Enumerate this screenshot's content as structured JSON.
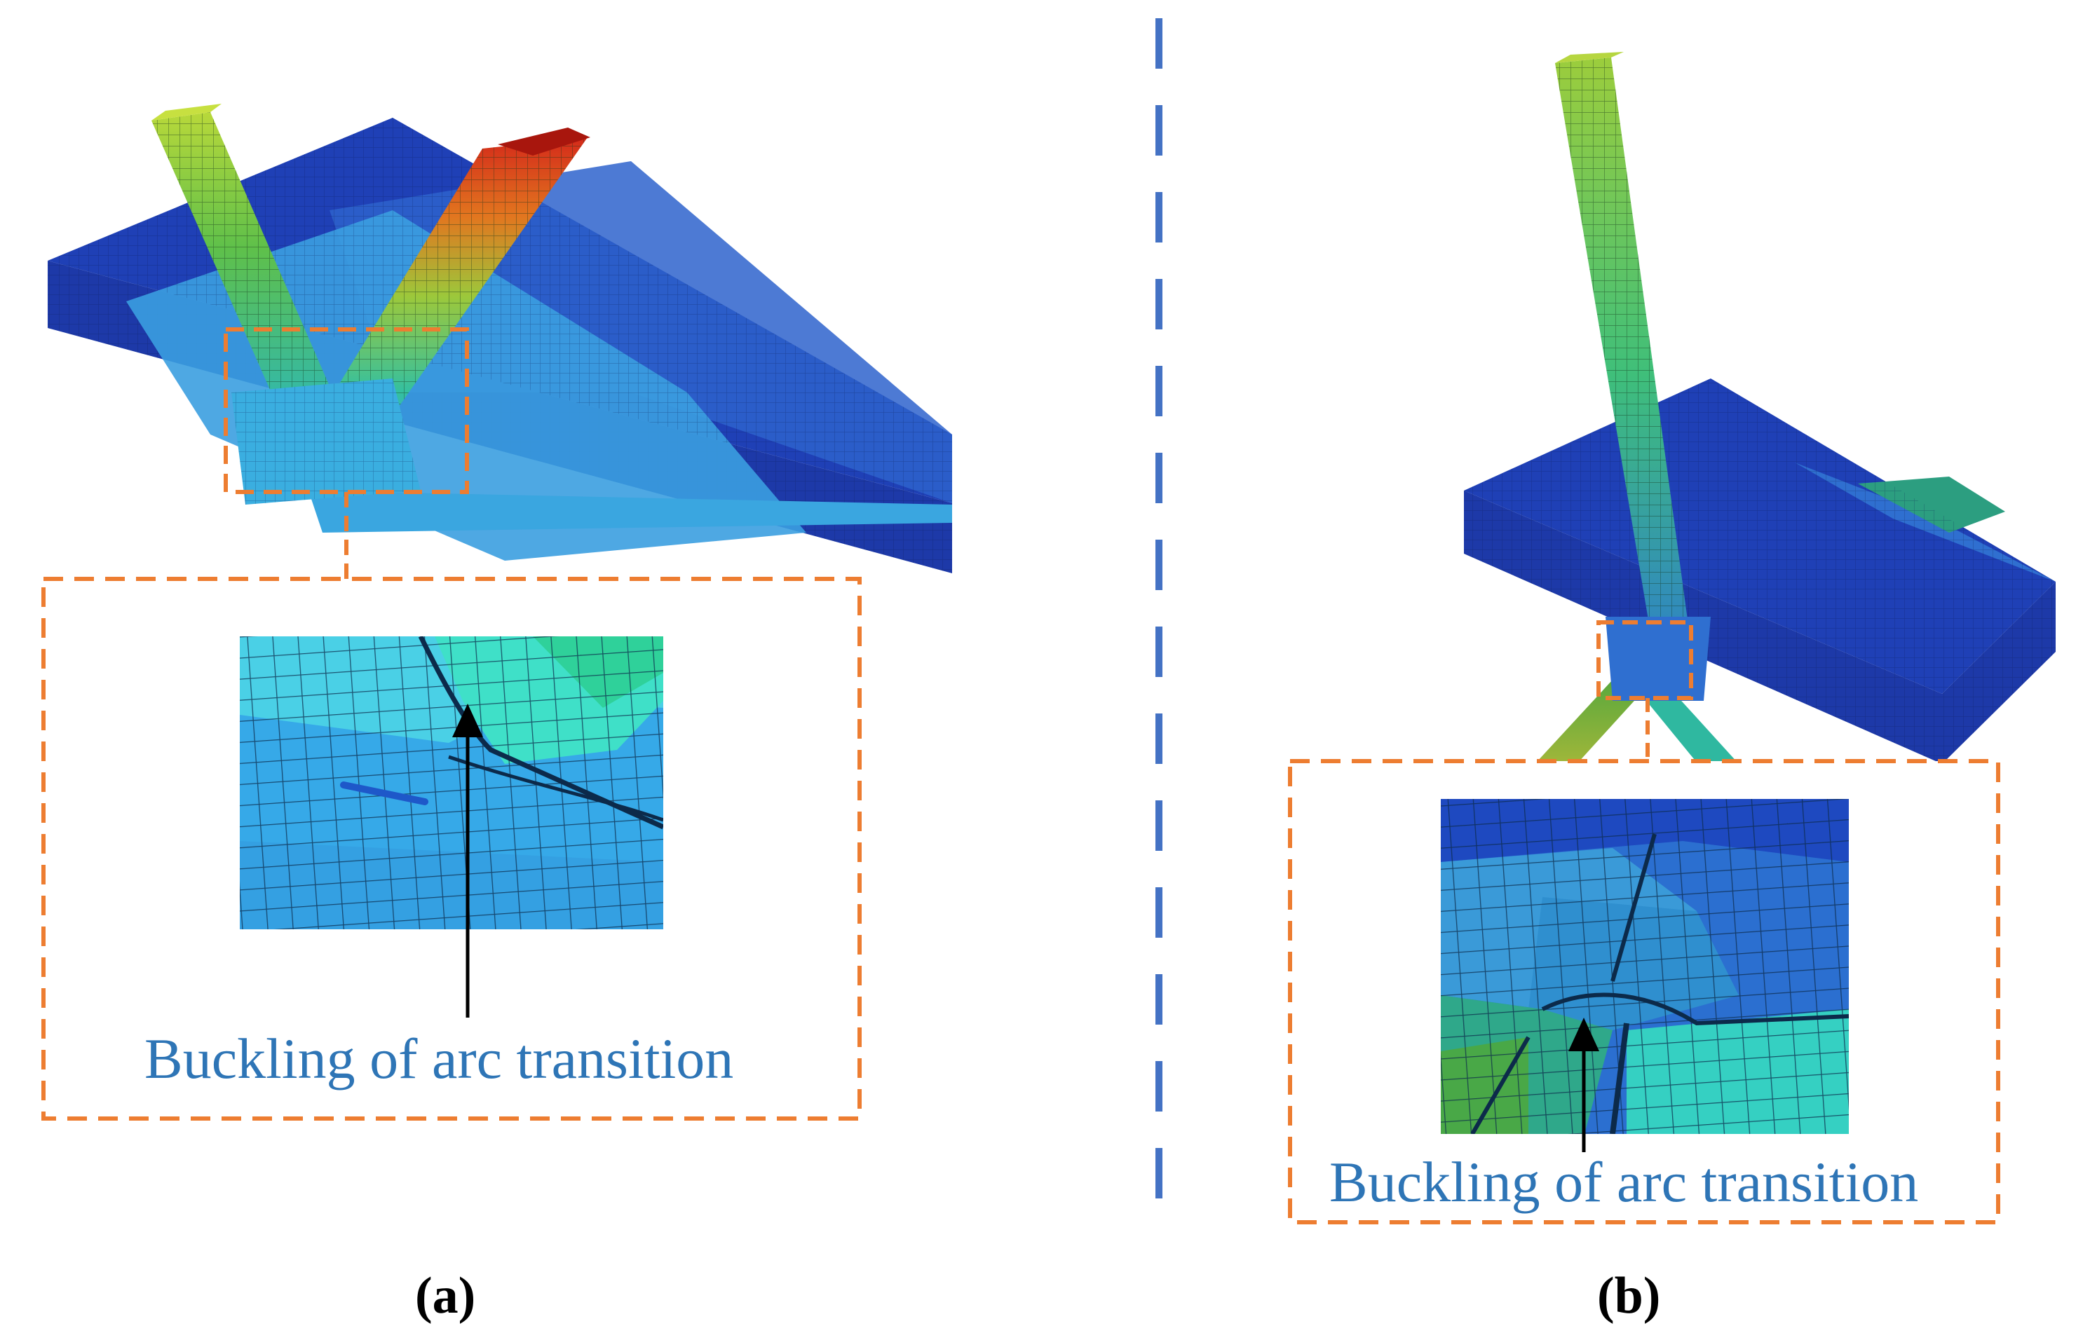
{
  "panel_a": {
    "label": "(a)",
    "callout": "Buckling of arc transition"
  },
  "panel_b": {
    "label": "(b)",
    "callout": "Buckling of arc transition"
  },
  "colors": {
    "callout_text": "#2e75b6",
    "dashed_box": "#ed7d31",
    "divider": "#4472c4",
    "arrow": "#000000",
    "contour_low": "#1c3fb8",
    "contour_mid": "#3aa6e0",
    "contour_high": "#d42a1a"
  }
}
